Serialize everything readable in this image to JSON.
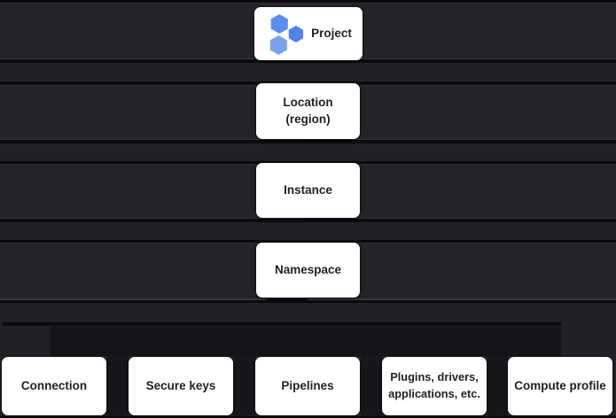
{
  "diagram": {
    "type": "resource-hierarchy",
    "levels": [
      {
        "id": "project",
        "label": "Project",
        "icon": "project-hexagons-icon"
      },
      {
        "id": "location",
        "label": "Location (region)",
        "lines": [
          "Location",
          "(region)"
        ]
      },
      {
        "id": "instance",
        "label": "Instance"
      },
      {
        "id": "namespace",
        "label": "Namespace"
      }
    ],
    "namespace_children": [
      {
        "id": "connection",
        "label": "Connection"
      },
      {
        "id": "secure-keys",
        "label": "Secure keys"
      },
      {
        "id": "pipelines",
        "label": "Pipelines"
      },
      {
        "id": "plugins",
        "label": "Plugins, drivers, applications, etc.",
        "lines": [
          "Plugins, drivers,",
          "applications, etc."
        ]
      },
      {
        "id": "compute-profile",
        "label": "Compute profile"
      }
    ],
    "colors": {
      "background": "#202227",
      "row_band": "#232428",
      "row_gap": "#202127",
      "separator": "#0a0b0e",
      "connector_black": "#141519",
      "card_background": "#ffffff",
      "card_text": "#1f2126",
      "hexagon_top_left": "#5b8def",
      "hexagon_bottom_left": "#7aa0f0",
      "hexagon_right": "#4f83ea"
    }
  }
}
